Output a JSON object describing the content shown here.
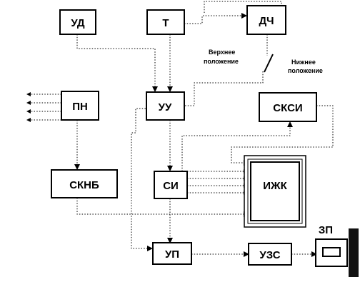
{
  "blocks": {
    "ud": "УД",
    "t": "Т",
    "dch": "ДЧ",
    "pn": "ПН",
    "uu": "УУ",
    "sksi": "СКСИ",
    "sknb": "СКНБ",
    "si": "СИ",
    "izhk": "ИЖК",
    "up": "УП",
    "uzs": "УЗС",
    "zp": "ЗП"
  },
  "annotations": {
    "upper_1": "Верхнее",
    "upper_2": "положение",
    "lower_1": "Нижнее",
    "lower_2": "положение"
  }
}
